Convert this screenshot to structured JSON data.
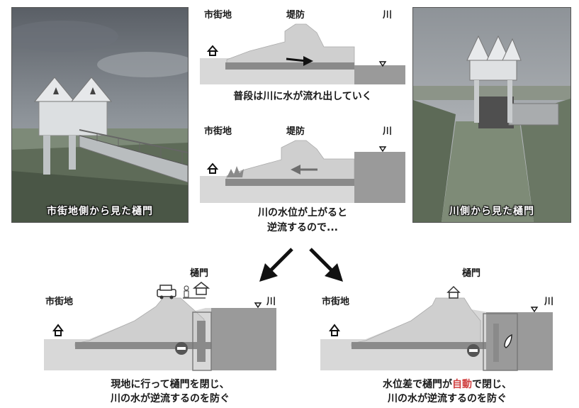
{
  "photos": {
    "left_caption": "市街地側から見た樋門",
    "right_caption": "川側から見た樋門"
  },
  "labels": {
    "city": "市街地",
    "levee": "堤防",
    "river": "川",
    "sluice": "樋門"
  },
  "captions": {
    "normal": "普段は川に水が流れ出していく",
    "rising_line1": "川の水位が上がると",
    "rising_line2": "逆流するので...",
    "manual_line1": "現地に行って樋門を閉じ、",
    "manual_line2": "川の水が逆流するのを防ぐ",
    "auto_line1_a": "水位差で樋門が",
    "auto_line1_b": "自動",
    "auto_line1_c": "で閉じ、",
    "auto_line2": "川の水が逆流するのを防ぐ"
  },
  "colors": {
    "ground": "#d8d8d8",
    "levee": "#cfcfcf",
    "water": "#9a9a9a",
    "pipe": "#8a8a8a",
    "highlight": "#d04040"
  },
  "icons": [
    "house-icon",
    "arrow-right-icon",
    "arrow-left-icon",
    "water-level-icon",
    "car-icon",
    "person-icon",
    "no-entry-icon",
    "float-icon"
  ]
}
